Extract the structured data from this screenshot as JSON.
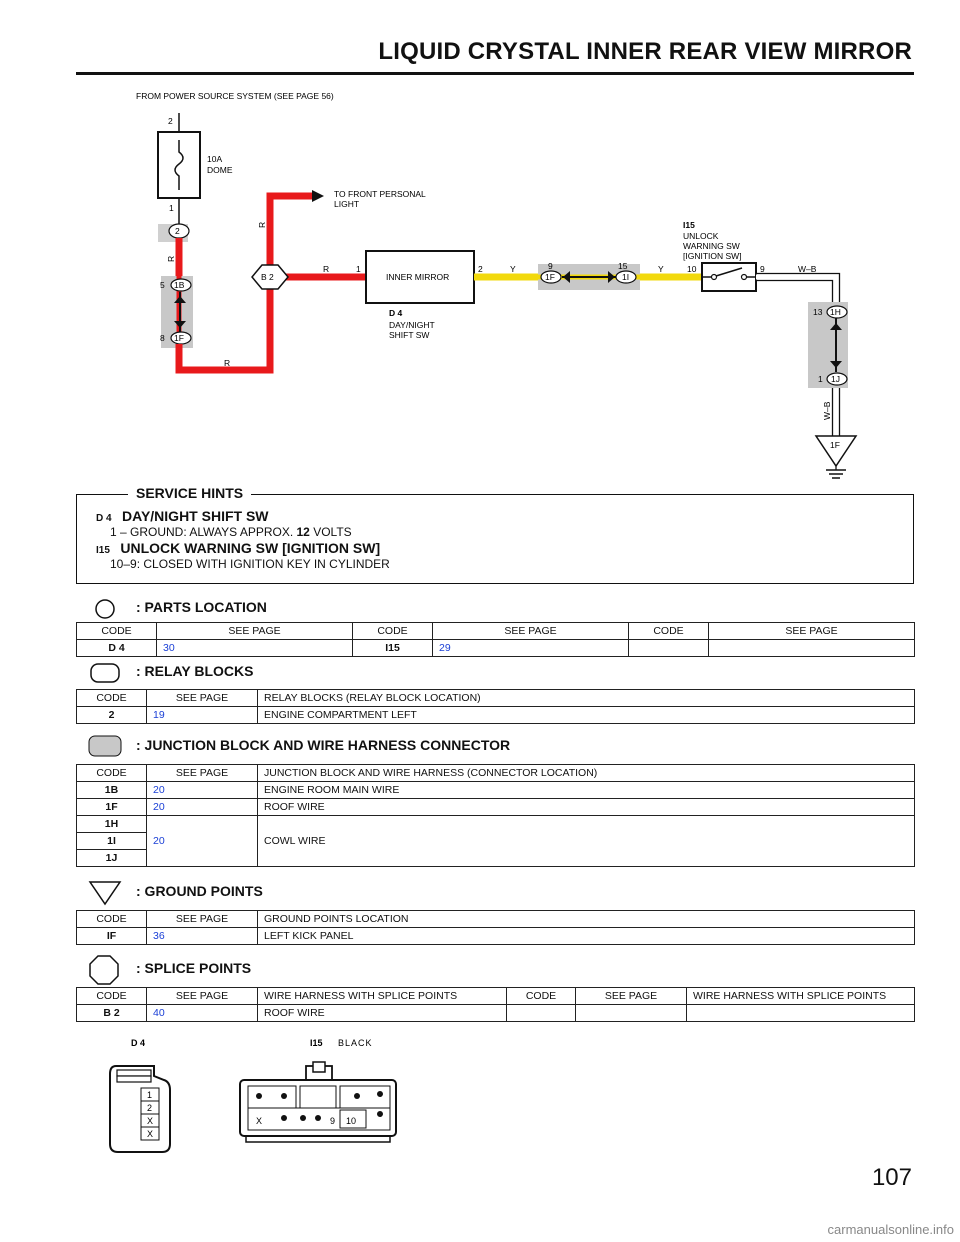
{
  "page": {
    "title": "LIQUID CRYSTAL INNER REAR VIEW MIRROR",
    "number": "107",
    "watermark": "carmanualsonline.info"
  },
  "diagram": {
    "power_source": "FROM POWER SOURCE SYSTEM (SEE PAGE 56)",
    "fuse_pin_top": "2",
    "fuse_pin_bottom": "1",
    "fuse_amp": "10A",
    "fuse_name": "DOME",
    "relay_block": "2",
    "wire_r": "R",
    "conn_1b": "1B",
    "conn_1b_pin": "5",
    "conn_1f": "1F",
    "conn_1f_pin": "8",
    "splice": "B 2",
    "to_front": "TO FRONT PERSONAL",
    "to_front_2": "LIGHT",
    "mirror_pin_in": "1",
    "mirror_label": "INNER MIRROR",
    "mirror_pin_out": "2",
    "wire_y": "Y",
    "mirror_code": "D 4",
    "mirror_sub1": "DAY/NIGHT",
    "mirror_sub2": "SHIFT SW",
    "jc_1f_pin": "9",
    "jc_1f": "1F",
    "jc_1i_pin": "15",
    "jc_1i": "1I",
    "switch_code": "I15",
    "switch_l1": "UNLOCK",
    "switch_l2": "WARNING SW",
    "switch_l3": "[IGNITION SW]",
    "sw_pin_in": "10",
    "sw_pin_out": "9",
    "wire_wb": "W–B",
    "jc_1h_pin": "13",
    "jc_1h": "1H",
    "jc_1j_pin": "1",
    "jc_1j": "1J",
    "ground": "1F"
  },
  "service_hints": {
    "title": "SERVICE HINTS",
    "items": [
      {
        "code": "D 4",
        "name": "DAY/NIGHT SHIFT SW",
        "desc_pre": "1 – GROUND: ALWAYS APPROX. ",
        "desc_bold": "12",
        "desc_post": " VOLTS"
      },
      {
        "code": "I15",
        "name": "UNLOCK WARNING SW [IGNITION SW]",
        "desc": "10–9: CLOSED WITH IGNITION KEY IN CYLINDER"
      }
    ]
  },
  "parts_location": {
    "title": ": PARTS LOCATION",
    "headers": [
      "CODE",
      "SEE PAGE",
      "CODE",
      "SEE PAGE",
      "CODE",
      "SEE PAGE"
    ],
    "row": [
      "D 4",
      "30",
      "I15",
      "29",
      "",
      ""
    ]
  },
  "relay_blocks": {
    "title": ": RELAY BLOCKS",
    "headers": [
      "CODE",
      "SEE PAGE",
      "RELAY BLOCKS (RELAY BLOCK LOCATION)"
    ],
    "row": [
      "2",
      "19",
      "ENGINE COMPARTMENT LEFT"
    ]
  },
  "junction": {
    "title": ": JUNCTION BLOCK AND WIRE HARNESS CONNECTOR",
    "headers": [
      "CODE",
      "SEE PAGE",
      "JUNCTION BLOCK AND WIRE HARNESS (CONNECTOR LOCATION)"
    ],
    "rows": [
      {
        "code": "1B",
        "page": "20",
        "desc": "ENGINE ROOM MAIN WIRE"
      },
      {
        "code": "1F",
        "page": "20",
        "desc": "ROOF WIRE"
      }
    ],
    "group_codes": [
      "1H",
      "1I",
      "1J"
    ],
    "group_page": "20",
    "group_desc": "COWL WIRE"
  },
  "ground_points": {
    "title": ": GROUND POINTS",
    "headers": [
      "CODE",
      "SEE PAGE",
      "GROUND POINTS LOCATION"
    ],
    "row": [
      "IF",
      "36",
      "LEFT KICK PANEL"
    ]
  },
  "splice_points": {
    "title": ": SPLICE POINTS",
    "headers": [
      "CODE",
      "SEE PAGE",
      "WIRE HARNESS WITH SPLICE POINTS",
      "CODE",
      "SEE PAGE",
      "WIRE HARNESS WITH SPLICE POINTS"
    ],
    "row": [
      "B 2",
      "40",
      "ROOF WIRE",
      "",
      "",
      ""
    ]
  },
  "connectors": {
    "d4_code": "D 4",
    "d4_pins": [
      "1",
      "2",
      "X",
      "X"
    ],
    "i15_code": "I15",
    "i15_color": "BLACK",
    "i15_pins": [
      "X",
      "9",
      "10"
    ]
  },
  "colors": {
    "wire_r": "#e8191b",
    "wire_y": "#f2d90c",
    "jb_gray": "#c8c8c8",
    "link": "#1a3fd6"
  }
}
